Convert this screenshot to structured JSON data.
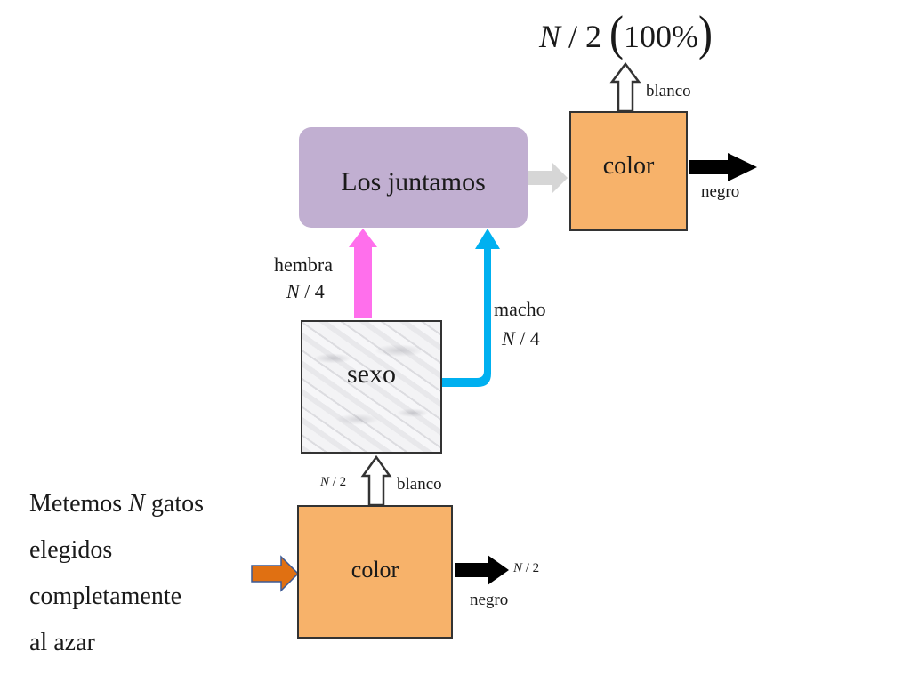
{
  "top_result": {
    "n": "N",
    "slash_two": "/ 2",
    "open_paren": "(",
    "percent": "100%",
    "close_paren": ")"
  },
  "color_top": {
    "label": "color",
    "up_output": "blanco",
    "right_output": "negro"
  },
  "join": {
    "label": "Los juntamos"
  },
  "female": {
    "label": "hembra",
    "n": "N",
    "frac": "/ 4"
  },
  "male": {
    "label": "macho",
    "n": "N",
    "frac": "/ 4"
  },
  "sex_box": {
    "label": "sexo"
  },
  "lower_flow": {
    "n": "N",
    "frac": "/ 2",
    "label": "blanco"
  },
  "color_bottom": {
    "label": "color",
    "right_n": "N",
    "right_frac": "/ 2",
    "right_output": "negro"
  },
  "intro": {
    "line1_pre": "Metemos",
    "line1_n": "N",
    "line1_post": "gatos",
    "line2": "elegidos",
    "line3": "completamente",
    "line4": "al azar"
  },
  "colors": {
    "color_box": "#f7b26a",
    "join_box": "#c1afd1",
    "female_arrow": "#ff6fec",
    "male_arrow": "#00b0f0",
    "input_arrow": "#e07012",
    "grey_arrow": "#d6d6d6",
    "black_arrow": "#000000"
  },
  "icons": {
    "white_outline_arrow": "hollow-up-arrow",
    "black_arrow": "solid-right-arrow",
    "input_arrow": "orange-right-arrow"
  }
}
